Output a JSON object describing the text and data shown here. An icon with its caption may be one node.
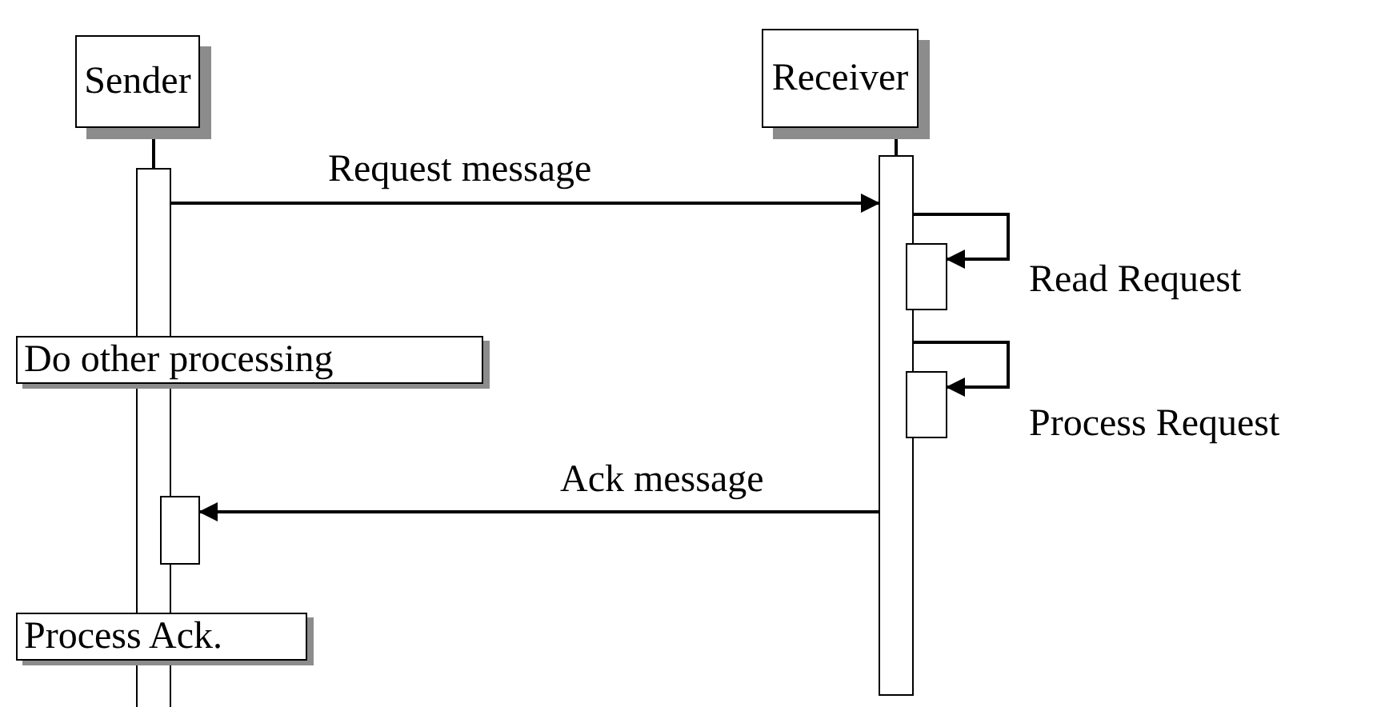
{
  "diagram": {
    "nodes": [
      {
        "text": [
          "Sender"
        ]
      },
      {
        "text": [
          "Receiver"
        ]
      },
      {
        "text": [],
        "shape": "bar"
      },
      {
        "text": [],
        "shape": "bar"
      },
      {
        "text": [],
        "shape": "box"
      },
      {
        "text": [],
        "shape": "box"
      },
      {
        "text": [
          "Do other processing"
        ]
      },
      {
        "text": [],
        "shape": "box"
      },
      {
        "text": [
          "Process Ack."
        ]
      }
    ],
    "edges": [
      {
        "from": 0,
        "to": 2,
        "arrow": "none"
      },
      {
        "from": 1,
        "to": 3,
        "arrow": "none"
      },
      {
        "from": 2,
        "to": 3,
        "arrow": "to",
        "label": "Request message"
      },
      {
        "from": 3,
        "to": 4,
        "arrow": "to",
        "label": "Read Request"
      },
      {
        "from": 3,
        "to": 5,
        "arrow": "to",
        "label": "Process Request"
      },
      {
        "from": 3,
        "to": 7,
        "arrow": "to",
        "label": "Ack message"
      }
    ]
  }
}
